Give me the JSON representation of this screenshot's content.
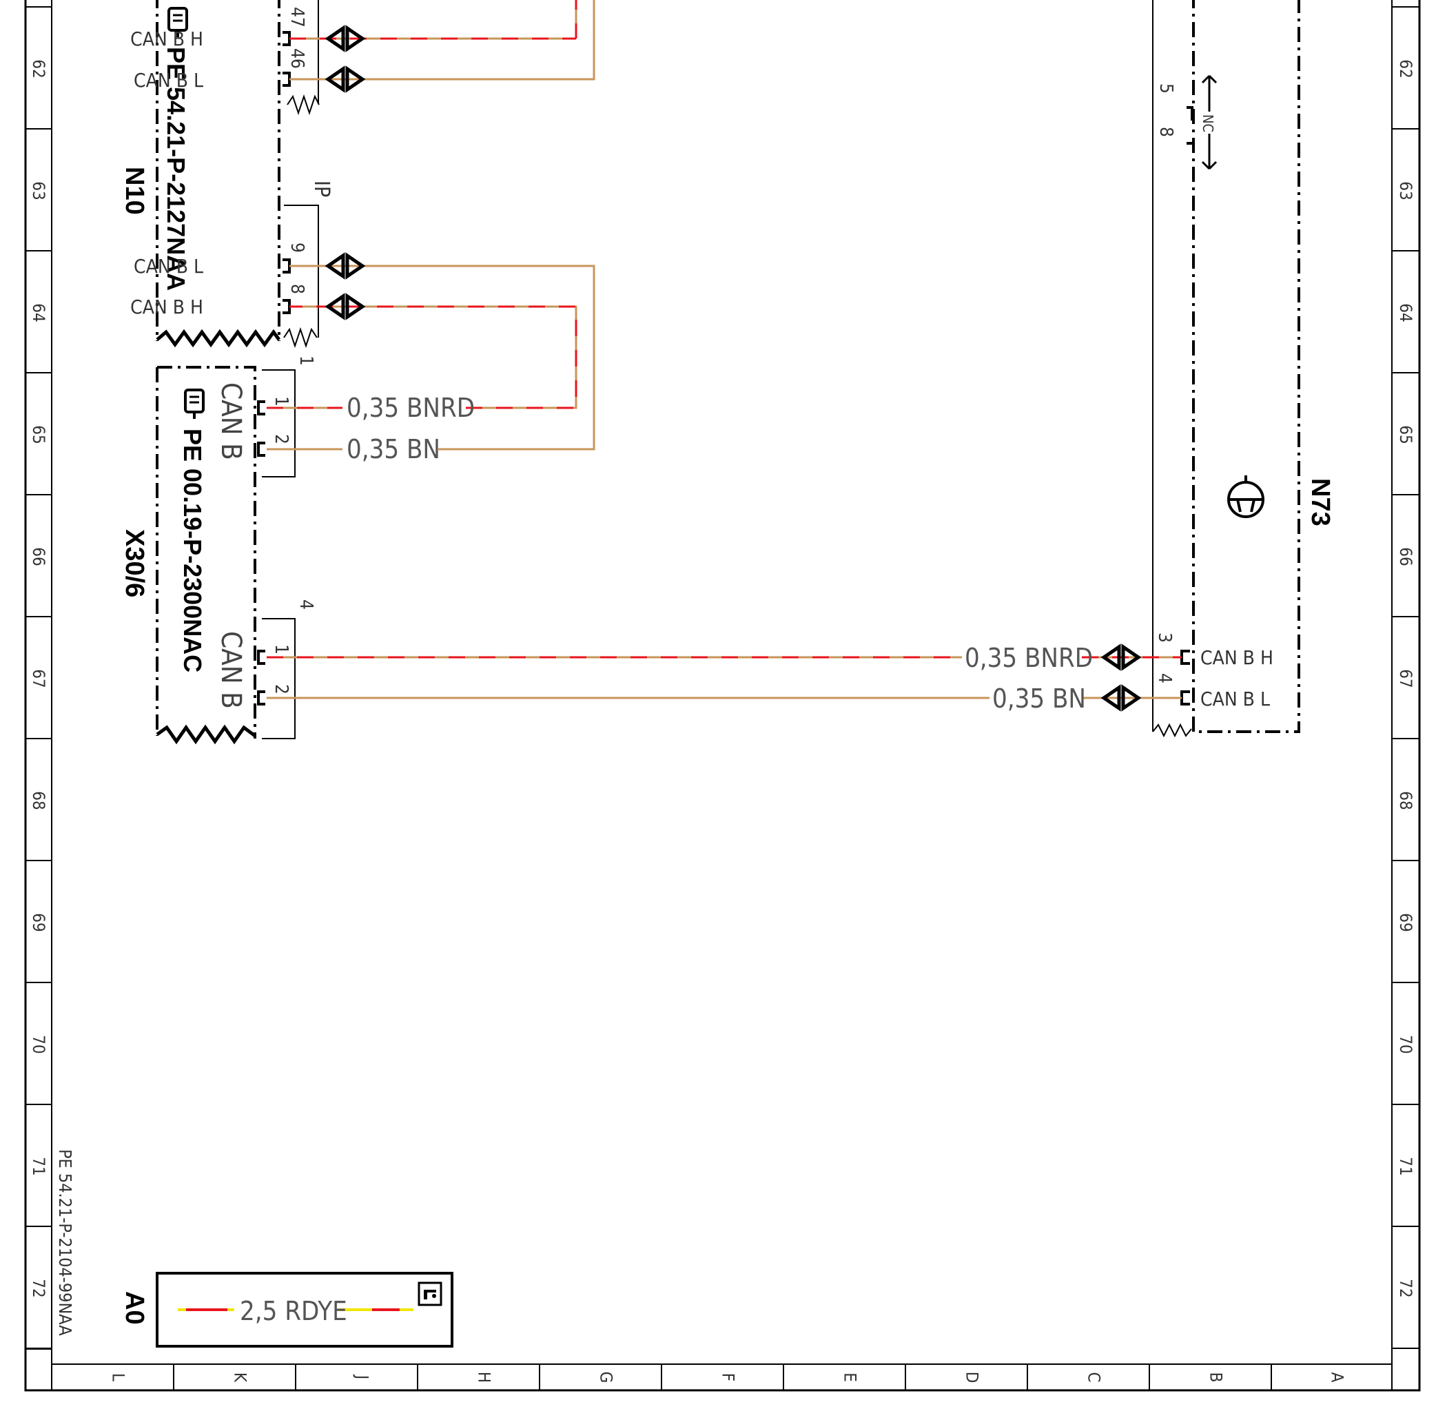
{
  "border": {
    "row_labels": [
      "62",
      "63",
      "64",
      "65",
      "66",
      "67",
      "68",
      "69",
      "70",
      "71",
      "72"
    ],
    "col_labels": [
      "L",
      "K",
      "J",
      "H",
      "G",
      "F",
      "E",
      "D",
      "C",
      "B",
      "A"
    ],
    "doc_ref": "PE 54.21-P-2104-99NAA"
  },
  "components": {
    "n10": {
      "id": "N10",
      "doc_ref": "PE 54.21-P-2127NAA",
      "conn_ip_label": "IP",
      "pins_top": [
        {
          "pin": "47",
          "signal": "CAN B H"
        },
        {
          "pin": "46",
          "signal": "CAN B L"
        }
      ],
      "pins_bottom": [
        {
          "pin": "9",
          "signal": "CAN B L"
        },
        {
          "pin": "8",
          "signal": "CAN B H"
        }
      ]
    },
    "x30_6": {
      "id": "X30/6",
      "doc_ref": "PE 00.19-P-2300NAC",
      "group_a": {
        "conn": "1",
        "label": "CAN B",
        "pins": [
          "1",
          "2"
        ]
      },
      "group_b": {
        "conn": "4",
        "label": "CAN B",
        "pins": [
          "1",
          "2"
        ]
      }
    },
    "n73": {
      "id": "N73",
      "nc_label": "NC",
      "nc_pins": [
        "5",
        "8"
      ],
      "pins": [
        {
          "pin": "3",
          "signal": "CAN B H"
        },
        {
          "pin": "4",
          "signal": "CAN B L"
        }
      ]
    },
    "a0": {
      "id": "A0",
      "wire_label": "2,5 RDYE"
    }
  },
  "wires": {
    "w1": "0,35 BNRD",
    "w2": "0,35 BN",
    "w3": "0,35 BNRD",
    "w4": "0,35 BN"
  },
  "colors": {
    "brown": "#c8955a",
    "red": "#e8141e",
    "yellow": "#f2e600",
    "black": "#000000"
  }
}
